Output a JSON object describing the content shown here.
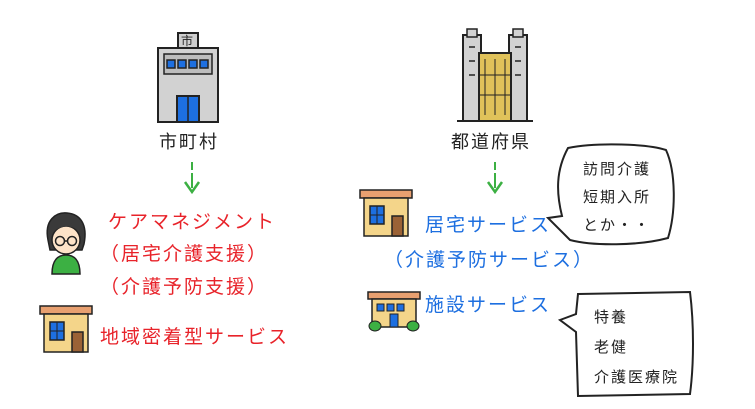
{
  "left": {
    "entity_label": "市町村",
    "building_sign": "市",
    "items": [
      "ケアマネジメント",
      "（居宅介護支援）",
      "（介護予防支援）",
      "地域密着型サービス"
    ]
  },
  "right": {
    "entity_label": "都道府県",
    "items": [
      "居宅サービス",
      "（介護予防サービス）",
      "施設サービス"
    ],
    "bubble_top": [
      "訪問介護",
      "短期入所",
      "とか・・"
    ],
    "bubble_bottom": [
      "特養",
      "老健",
      "介護医療院"
    ]
  },
  "colors": {
    "red": "#e8232a",
    "blue": "#1d6fe0",
    "arrow": "#3cb043"
  }
}
